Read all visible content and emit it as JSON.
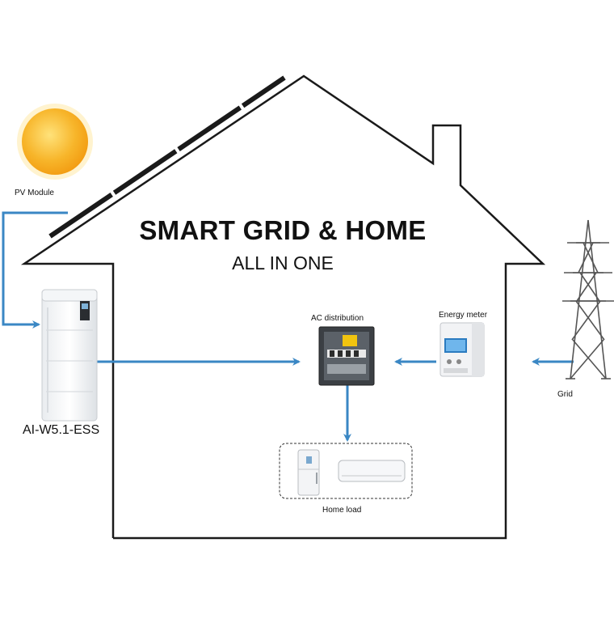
{
  "title": "SMART GRID &  HOME",
  "subtitle": "ALL IN ONE",
  "labels": {
    "pv_module": "PV Module",
    "ess": "AI-W5.1-ESS",
    "ac_distribution": "AC distribution",
    "energy_meter": "Energy meter",
    "grid": "Grid",
    "home_load": "Home load"
  },
  "colors": {
    "flow_line": "#3a87c4",
    "outline": "#1a1a1a",
    "sun": "#f7b52a"
  },
  "icons": [
    "sun-icon",
    "battery-cabinet-icon",
    "distribution-box-icon",
    "energy-meter-icon",
    "transmission-tower-icon",
    "refrigerator-icon",
    "air-conditioner-icon"
  ]
}
